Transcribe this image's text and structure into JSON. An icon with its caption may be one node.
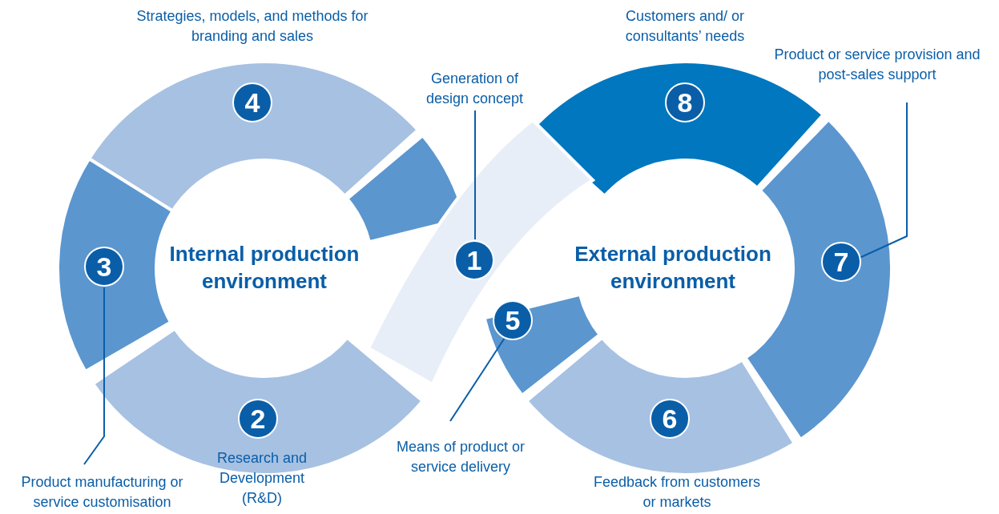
{
  "diagram": {
    "nodes": [
      {
        "text": [
          "1"
        ]
      },
      {
        "text": [
          "Generation of design concept"
        ]
      },
      {
        "text": [
          "2"
        ],
        "beside": [
          "Research and Development (R&D)"
        ]
      },
      {
        "text": [
          "3"
        ]
      },
      {
        "text": [
          "Product manufacturing or service customisation"
        ]
      },
      {
        "text": [
          "4"
        ],
        "beside": [
          "Strategies, models, and methods for branding and sales"
        ]
      },
      {
        "text": [
          "5"
        ]
      },
      {
        "text": [
          "Means of product or service delivery"
        ]
      },
      {
        "text": [
          "6"
        ],
        "beside": [
          "Feedback from customers or markets"
        ]
      },
      {
        "text": [
          "7"
        ]
      },
      {
        "text": [
          "Product or service provision and post-sales support"
        ]
      },
      {
        "text": [
          "8"
        ],
        "beside": [
          "Customers and/ or consultants’ needs"
        ]
      }
    ],
    "edges": [
      {
        "from": 1,
        "to": 0,
        "arrow": "none"
      },
      {
        "from": 4,
        "to": 3,
        "arrow": "none"
      },
      {
        "from": 7,
        "to": 6,
        "arrow": "none"
      },
      {
        "from": 10,
        "to": 9,
        "arrow": "none"
      }
    ],
    "labels": [
      "Internal production environment",
      "External production environment"
    ]
  }
}
